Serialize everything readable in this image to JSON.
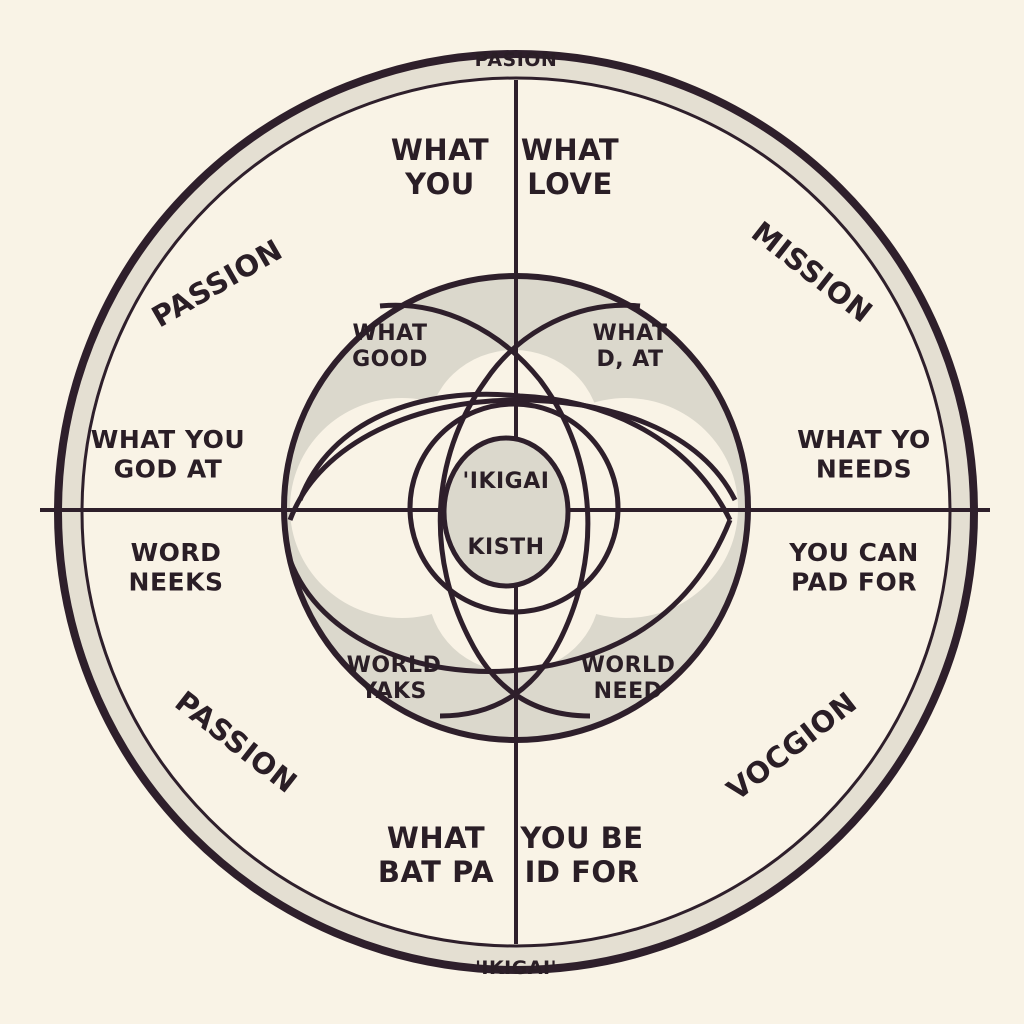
{
  "colors": {
    "background": "#f9f3e6",
    "ring_fill": "#e4dfd2",
    "shaded_fill": "#dbd8cc",
    "line": "#2e1f2b",
    "text": "#2a1e26"
  },
  "ring": {
    "top_label": "PASION",
    "bottom_label": "'IKIGAI'"
  },
  "quadrants": {
    "top_left": "WHAT\nYOU",
    "top_right": "WHAT\nLOVE",
    "bottom_left": "WHAT\nBAT PA",
    "bottom_right": "YOU BE\nID FOR"
  },
  "diagonals": {
    "upper_left": "PASSION",
    "upper_right": "MISSION",
    "lower_left": "PASSION",
    "lower_right": "VOCGION"
  },
  "sides": {
    "left_upper": "WHAT YOU\nGOD AT",
    "left_lower": "WORD\nNEEKS",
    "right_upper": "WHAT YO\nNEEDS",
    "right_lower": "YOU CAN\nPAD FOR"
  },
  "inner": {
    "top_left": "WHAT\nGOOD",
    "top_right": "WHAT\nD, AT",
    "bottom_left": "WORLD\nYAKS",
    "bottom_right": "WORLD\nNEED"
  },
  "center": {
    "top": "'IKIGAI",
    "bottom": "KISTH"
  }
}
